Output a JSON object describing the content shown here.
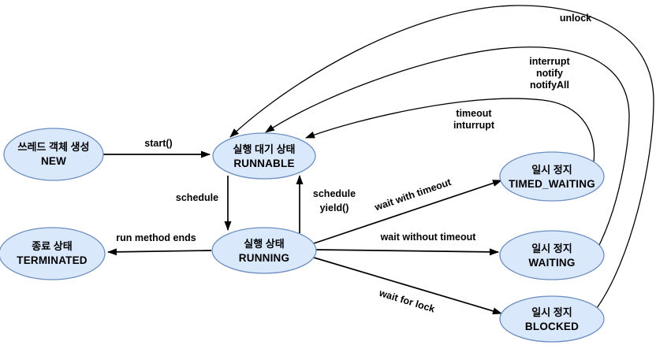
{
  "diagram": {
    "states": {
      "new": {
        "korean": "쓰레드 객체 생성",
        "name": "NEW"
      },
      "runnable": {
        "korean": "실행 대기 상태",
        "name": "RUNNABLE"
      },
      "running": {
        "korean": "실행 상태",
        "name": "RUNNING"
      },
      "terminated": {
        "korean": "종료 상태",
        "name": "TERMINATED"
      },
      "timed_waiting": {
        "korean": "일시 정지",
        "name": "TIMED_WAITING"
      },
      "waiting": {
        "korean": "일시 정지",
        "name": "WAITING"
      },
      "blocked": {
        "korean": "일시 정지",
        "name": "BLOCKED"
      }
    },
    "transitions": {
      "start": "start()",
      "schedule": "schedule",
      "schedule_yield_line1": "schedule",
      "schedule_yield_line2": "yield()",
      "run_method_ends": "run method ends",
      "wait_with_timeout": "wait with timeout",
      "wait_without_timeout": "wait without timeout",
      "wait_for_lock": "wait for lock",
      "unlock": "unlock",
      "interrupt_line1": "interrupt",
      "interrupt_line2": "notify",
      "interrupt_line3": "notifyAll",
      "timeout_line1": "timeout",
      "timeout_line2": "inturrupt"
    },
    "colors": {
      "node_fill": "#dae8fc",
      "node_stroke": "#6c8ebf",
      "edge": "#000000",
      "background": "#ffffff"
    }
  }
}
